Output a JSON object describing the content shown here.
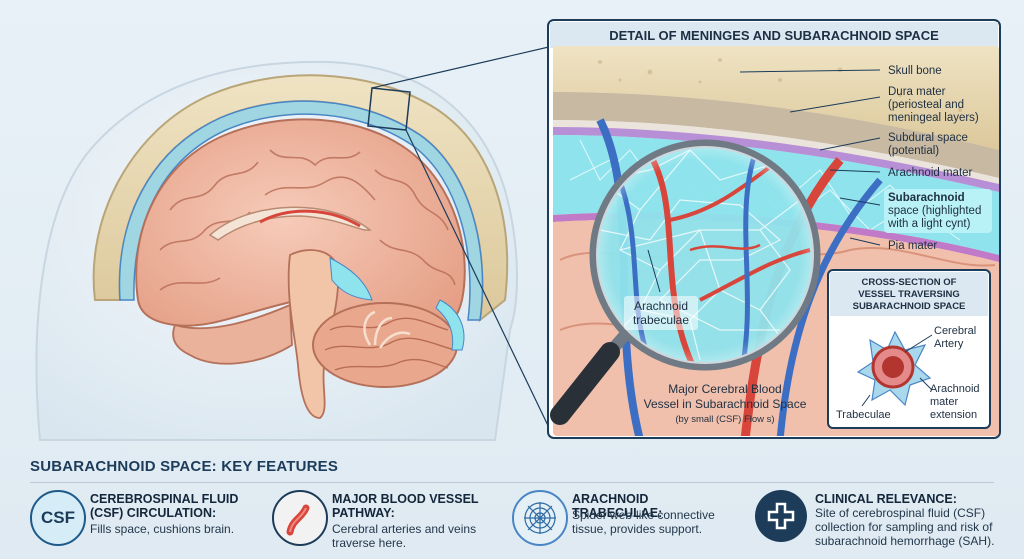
{
  "detail_panel": {
    "title": "DETAIL OF MENINGES AND SUBARACHNOID SPACE",
    "labels": {
      "skull_bone": "Skull bone",
      "dura_mater_1": "Dura mater",
      "dura_mater_2": "(periosteal and",
      "dura_mater_3": "meningeal layers)",
      "subdural_1": "Subdural space",
      "subdural_2": "(potential)",
      "arachnoid_mater": "Arachnoid mater",
      "subarachnoid_1": "Subarachnoid",
      "subarachnoid_2": "space (highlighted",
      "subarachnoid_3": "with a light cynt)",
      "pia_mater": "Pia mater",
      "trabeculae_1": "Arachnoid",
      "trabeculae_2": "trabeculae",
      "vessel_1": "Major Cerebral Blood",
      "vessel_2": "Vessel in Subarachnoid Space",
      "vessel_3": "(by small (CSF) Flow s)"
    },
    "inset": {
      "title_1": "CROSS-SECTION OF",
      "title_2": "VESSEL TRAVERSING",
      "title_3": "SUBARACHNOID SPACE",
      "artery_1": "Cerebral",
      "artery_2": "Artery",
      "ext_1": "Arachnoid",
      "ext_2": "mater",
      "ext_3": "extension",
      "trabeculae": "Trabeculae"
    }
  },
  "features": {
    "title": "SUBARACHNOID SPACE: KEY FEATURES",
    "items": [
      {
        "icon": "csf-icon",
        "badge_text": "CSF",
        "title_1": "CEREBROSPINAL FLUID",
        "title_2": "(CSF) CIRCULATION:",
        "desc_1": "Fills space, cushions brain.",
        "desc_2": ""
      },
      {
        "icon": "blood-vessel-icon",
        "title_1": "MAJOR BLOOD VESSEL",
        "title_2": "PATHWAY:",
        "desc_1": "Cerebral arteries and veins",
        "desc_2": "traverse here."
      },
      {
        "icon": "web-icon",
        "title_1": "ARACHNOID TRABECULAE:",
        "title_2": "",
        "desc_1": "Spider web-like connective",
        "desc_2": "tissue, provides support."
      },
      {
        "icon": "medical-cross-icon",
        "title_1": "CLINICAL RELEVANCE:",
        "title_2": "",
        "desc_1": "Site of cerebrospinal fluid (CSF)",
        "desc_2": "collection for sampling and risk of",
        "desc_3": "subarachnoid hemorrhage (SAH)."
      }
    ]
  },
  "colors": {
    "navy": "#1c3c5a",
    "csf_cyan": "#8fe3ec",
    "artery_red": "#d8453b",
    "vein_blue": "#3c6fc4",
    "brain_pink": "#f0b9a4"
  }
}
